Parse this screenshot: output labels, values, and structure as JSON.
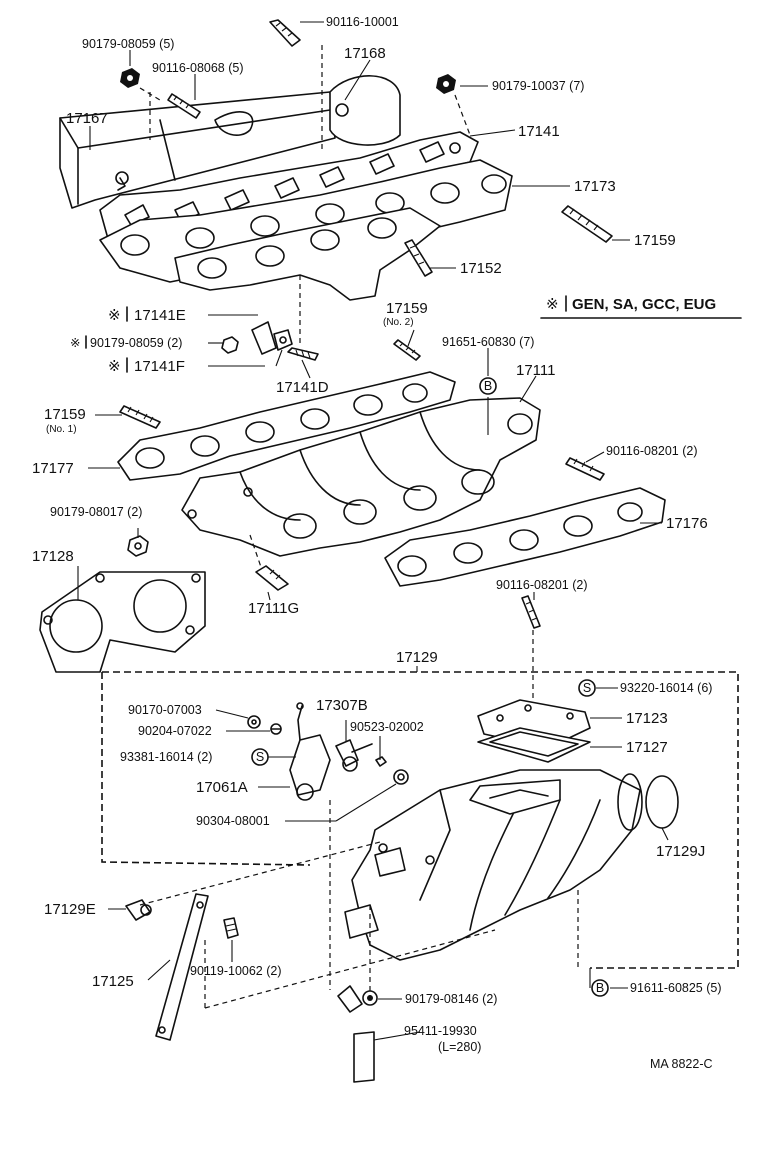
{
  "parts": {
    "p90116_10001": "90116-10001",
    "p90179_08059_5": "90179-08059 (5)",
    "p90116_08068_5": "90116-08068 (5)",
    "p17168": "17168",
    "p90179_10037_7": "90179-10037 (7)",
    "p17167": "17167",
    "p17141": "17141",
    "p17173": "17173",
    "p17159_top": "17159",
    "p17152": "17152",
    "p17141E": "17141E",
    "p90179_08059_2": "90179-08059 (2)",
    "p17141F": "17141F",
    "p17159_no2": "17159",
    "p17159_no2_sub": "(No. 2)",
    "p17141D": "17141D",
    "p91651_60830_7": "91651-60830 (7)",
    "p17111": "17111",
    "p17159_no1": "17159",
    "p17159_no1_sub": "(No. 1)",
    "p17177": "17177",
    "p90116_08201_2_a": "90116-08201 (2)",
    "p90179_08017_2": "90179-08017 (2)",
    "p17176": "17176",
    "p17128": "17128",
    "p17111G": "17111G",
    "p90116_08201_2_b": "90116-08201 (2)",
    "p17129": "17129",
    "p93220_16014_6": "93220-16014 (6)",
    "p90170_07003": "90170-07003",
    "p17307B": "17307B",
    "p90204_07022": "90204-07022",
    "p90523_02002": "90523-02002",
    "p17123": "17123",
    "p93381_16014_2": "93381-16014 (2)",
    "p17127": "17127",
    "p17061A": "17061A",
    "p90304_08001": "90304-08001",
    "p17129J": "17129J",
    "p17129E": "17129E",
    "p17125": "17125",
    "p90119_10062_2": "90119-10062 (2)",
    "p90179_08146_2": "90179-08146 (2)",
    "p91611_60825_5": "91611-60825 (5)",
    "p95411_19930": "95411-19930",
    "p95411_19930_sub": "(L=280)"
  },
  "markers": {
    "asterisk": "※",
    "code_b": "B",
    "code_s": "S"
  },
  "legend": {
    "regions": "GEN, SA, GCC, EUG"
  },
  "figure_code": "MA  8822-C"
}
